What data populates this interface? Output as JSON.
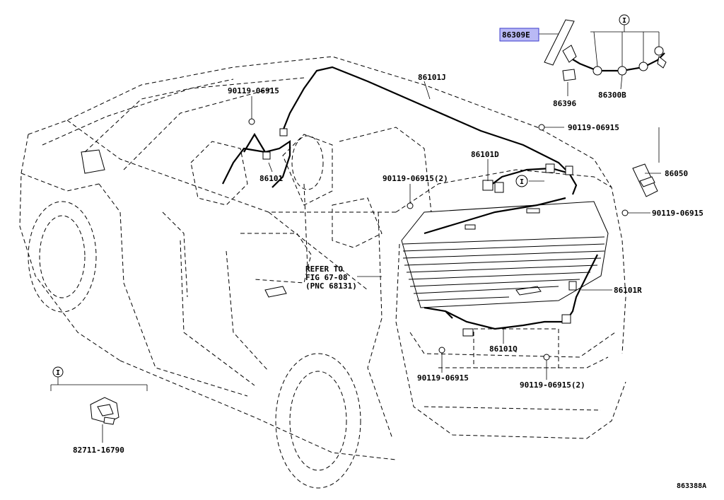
{
  "diagram": {
    "callouts": {
      "p86309e": "86309E",
      "p86396": "86396",
      "p86300b": "86300B",
      "p86101j": "86101J",
      "p86101": "86101",
      "p86101d": "86101D",
      "p86050": "86050",
      "p86101r": "86101R",
      "p86101q": "86101Q",
      "p82711": "82711-16790",
      "bolt_top_left": "90119-06915",
      "bolt_roof_right": "90119-06915",
      "bolt_center_2": "90119-06915(2)",
      "bolt_right": "90119-06915",
      "bolt_bottom_left": "90119-06915",
      "bolt_bottom_right_2": "90119-06915(2)"
    },
    "refer_note": {
      "line1": "REFER TO",
      "line2": "FIG 67-08",
      "line3": "(PNC 68131)"
    },
    "group_marker": "I",
    "figure_number": "863388A",
    "highlight_color": "#b9b9f5"
  }
}
